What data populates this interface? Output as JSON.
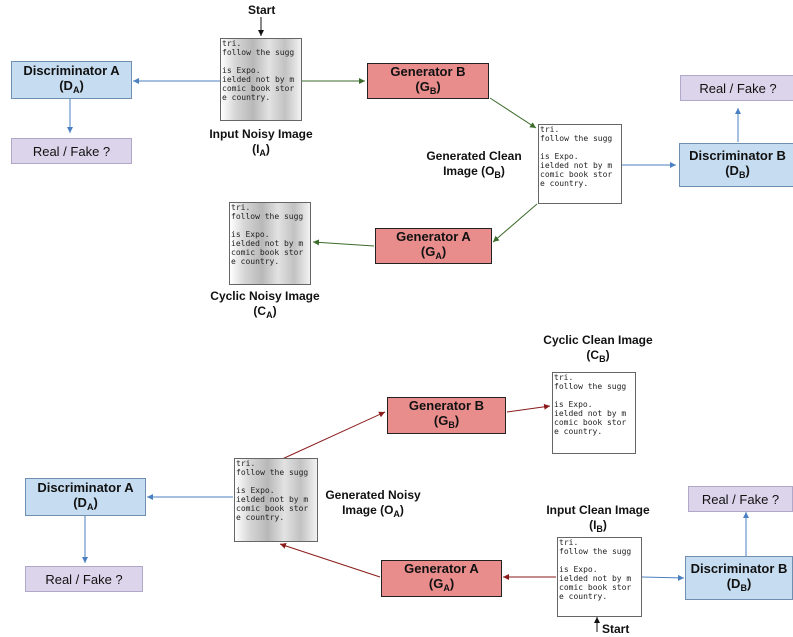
{
  "start_label": "Start",
  "input_noisy_image": {
    "label": "Input Noisy Image",
    "symbol": "I",
    "sub": "A"
  },
  "generated_clean_image": {
    "line1": "Generated Clean",
    "line2": "Image (O",
    "sub": "B",
    "close": ")"
  },
  "cyclic_noisy_image": {
    "label": "Cyclic Noisy Image",
    "symbol": "C",
    "sub": "A"
  },
  "cyclic_clean_image": {
    "label": "Cyclic Clean Image",
    "symbol": "C",
    "sub": "B"
  },
  "generated_noisy_image": {
    "line1": "Generated Noisy",
    "line2": "Image (O",
    "sub": "A",
    "close": ")"
  },
  "input_clean_image": {
    "label": "Input Clean Image",
    "symbol": "I",
    "sub": "B"
  },
  "generator_a": {
    "name": "Generator A",
    "symbol": "G",
    "sub": "A"
  },
  "generator_b": {
    "name": "Generator B",
    "symbol": "G",
    "sub": "B"
  },
  "discriminator_a": {
    "name": "Discriminator A",
    "symbol": "D",
    "sub": "A"
  },
  "discriminator_b": {
    "name": "Discriminator B",
    "symbol": "D",
    "sub": "B"
  },
  "real_fake": "Real / Fake ?",
  "sample_text": [
    "tri.",
    "follow the sugg",
    "",
    "is Expo.",
    "ielded not by m",
    "comic book stor",
    "e country."
  ],
  "colors": {
    "generator": "#e88c8c",
    "discriminator": "#c6dcf0",
    "real_fake": "#dcd4ea",
    "arrow_blue": "#4a7fc0",
    "arrow_green": "#3a6b2a",
    "arrow_red": "#8b1a1a"
  }
}
